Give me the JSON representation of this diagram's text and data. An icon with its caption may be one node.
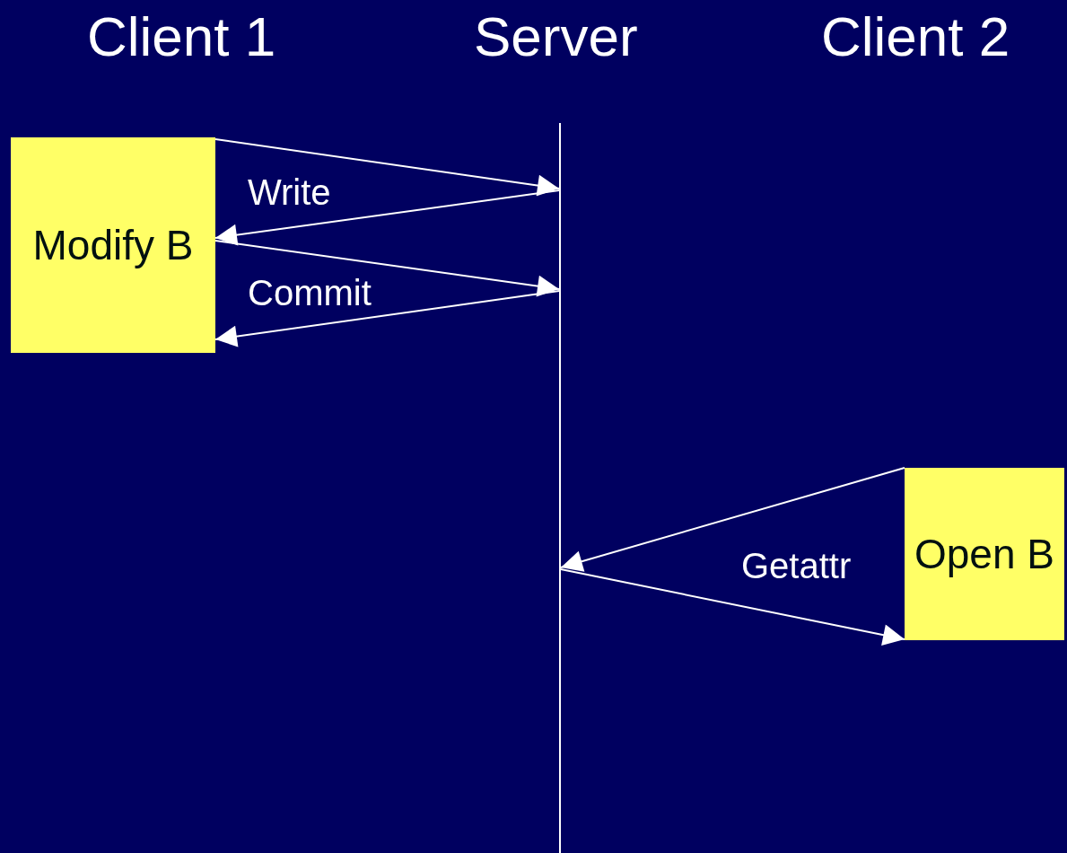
{
  "diagram": {
    "nodes": [
      {
        "text": [
          "Modify B"
        ]
      },
      {
        "text": [],
        "shape": "bar"
      },
      {
        "text": [
          "Open B"
        ]
      }
    ],
    "edges": [
      {
        "from": 0,
        "to": 1,
        "arrow": "to",
        "label": "Write"
      },
      {
        "from": 1,
        "to": 0,
        "arrow": "to"
      },
      {
        "from": 0,
        "to": 1,
        "arrow": "to",
        "label": "Commit"
      },
      {
        "from": 1,
        "to": 0,
        "arrow": "to"
      },
      {
        "from": 2,
        "to": 1,
        "arrow": "to",
        "label": "Getattr"
      },
      {
        "from": 1,
        "to": 2,
        "arrow": "to"
      }
    ],
    "labels": [
      "Client 1",
      "Server",
      "Client 2"
    ]
  }
}
